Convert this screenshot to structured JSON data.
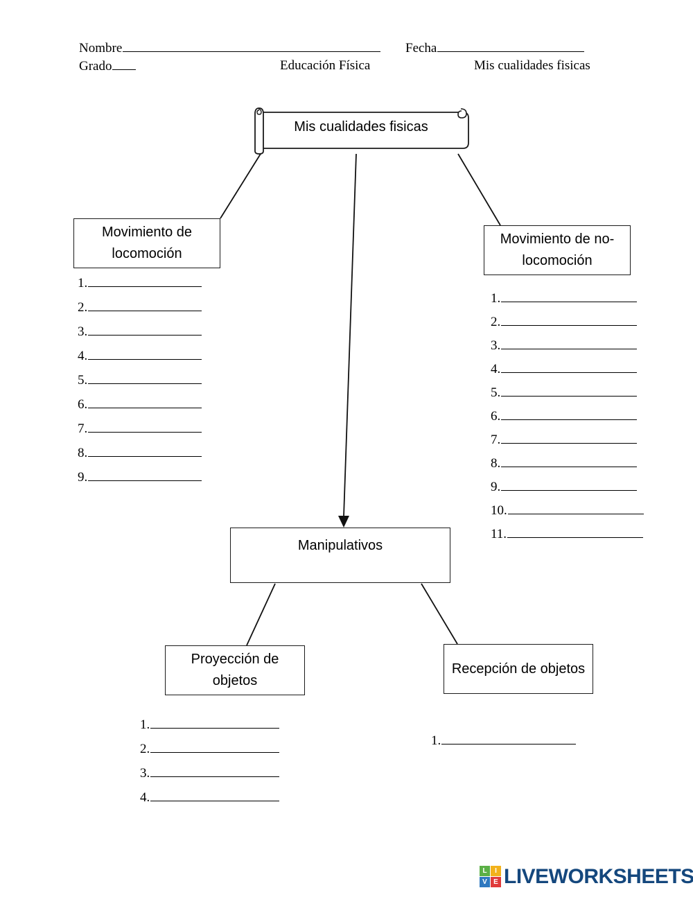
{
  "header": {
    "name_label": "Nombre",
    "date_label": "Fecha",
    "grade_label": "Grado",
    "subject": "Educación Física",
    "topic": "Mis cualidades fisicas"
  },
  "diagram": {
    "root": {
      "label": "Mis cualidades fisicas",
      "shape": "horizontal-scroll"
    },
    "nodes": {
      "locomocion": {
        "label": "Movimiento de locomoción"
      },
      "no_locomocion": {
        "label": "Movimiento de no-locomoción"
      },
      "manipulativos": {
        "label": "Manipulativos"
      },
      "proyeccion": {
        "label": "Proyección de objetos"
      },
      "recepcion": {
        "label": "Recepción de objetos"
      }
    }
  },
  "lists": {
    "locomocion_items": [
      "1.",
      "2.",
      "3.",
      "4.",
      "5.",
      "6.",
      "7.",
      "8.",
      "9."
    ],
    "no_locomocion_items": [
      "1.",
      "2.",
      "3.",
      "4.",
      "5.",
      "6.",
      "7.",
      "8.",
      "9.",
      "10.",
      "11."
    ],
    "proyeccion_items": [
      "1.",
      "2.",
      "3.",
      "4."
    ],
    "recepcion_items": [
      "1."
    ]
  },
  "footer": {
    "logo_tiles": [
      {
        "letter": "L",
        "color": "#5bb046"
      },
      {
        "letter": "I",
        "color": "#f2b21b"
      },
      {
        "letter": "V",
        "color": "#2e78c0"
      },
      {
        "letter": "E",
        "color": "#e03a3a"
      }
    ],
    "wordmark": "LIVEWORKSHEETS",
    "wordmark_color": "#14477d"
  },
  "colors": {
    "page_background": "#ffffff",
    "ink": "#000000",
    "box_border": "#1a1a1a"
  }
}
